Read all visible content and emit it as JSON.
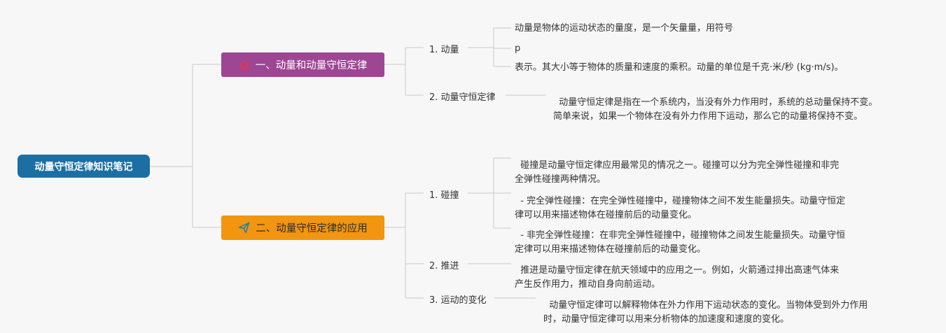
{
  "root": {
    "label": "动量守恒定律知识笔记"
  },
  "branches": [
    {
      "label": "一、动量和动量守恒定律",
      "icon": "home-icon",
      "color": "#9c4694",
      "children": [
        {
          "label": "1. 动量",
          "notes": [
            "动量是物体的运动状态的量度，是一个矢量量，用符号",
            "p",
            "表示。其大小等于物体的质量和速度的乘积。动量的单位是千克·米/秒 (kg·m/s)。"
          ]
        },
        {
          "label": "2. 动量守恒定律",
          "notes": [
            "动量守恒定律是指在一个系统内，当没有外力作用时，系统的总动量保持不变。\n简单来说，如果一个物体在没有外力作用下运动，那么它的动量将保持不变。"
          ]
        }
      ]
    },
    {
      "label": "二、动量守恒定律的应用",
      "icon": "paper-plane-icon",
      "color": "#f2950f",
      "children": [
        {
          "label": "1. 碰撞",
          "notes": [
            "碰撞是动量守恒定律应用最常见的情况之一。碰撞可以分为完全弹性碰撞和非完\n全弹性碰撞两种情况。",
            "- 完全弹性碰撞：在完全弹性碰撞中，碰撞物体之间不发生能量损失。动量守恒定\n律可以用来描述物体在碰撞前后的动量变化。",
            "- 非完全弹性碰撞：在非完全弹性碰撞中，碰撞物体之间发生能量损失。动量守恒\n定律可以用来描述物体在碰撞前后的动量变化。"
          ]
        },
        {
          "label": "2. 推进",
          "notes": [
            "推进是动量守恒定律在航天领域中的应用之一。例如，火箭通过排出高速气体来\n产生反作用力，推动自身向前运动。"
          ]
        },
        {
          "label": "3. 运动的变化",
          "notes": [
            "动量守恒定律可以解释物体在外力作用下运动状态的变化。当物体受到外力作用\n时，动量守恒定律可以用来分析物体的加速度和速度的变化。"
          ]
        }
      ]
    }
  ]
}
